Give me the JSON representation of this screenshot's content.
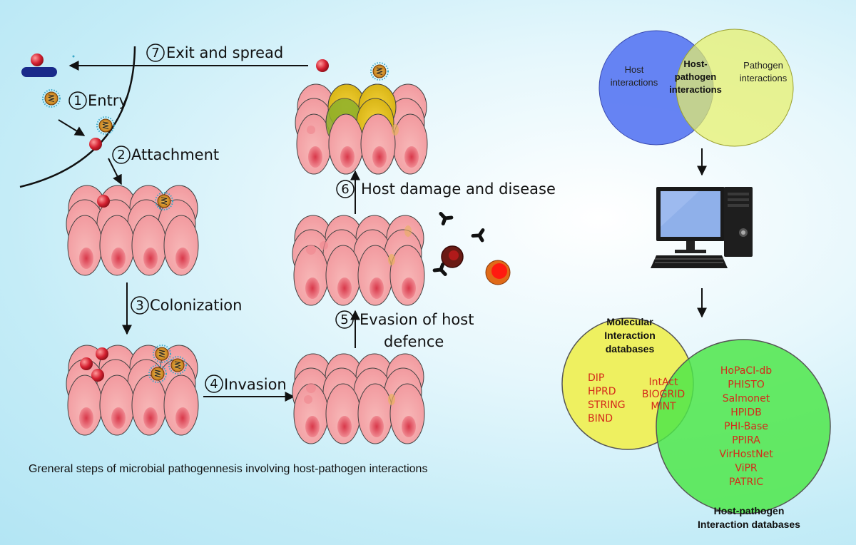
{
  "steps": {
    "exit": {
      "num": "7",
      "label": "Exit and spread"
    },
    "entry": {
      "num": "1",
      "label": "Entry"
    },
    "attachment": {
      "num": "2",
      "label": "Attachment"
    },
    "colonization": {
      "num": "3",
      "label": "Colonization"
    },
    "invasion": {
      "num": "4",
      "label": "Invasion"
    },
    "evasion": {
      "num": "5",
      "label_line1": "Evasion of host",
      "label_line2": "defence"
    },
    "damage": {
      "num": "6",
      "label": "Host damage and disease"
    }
  },
  "caption": "Greneral steps of microbial pathogennesis involving host-pathogen interactions",
  "top_venn": {
    "left_line1": "Host",
    "left_line2": "interactions",
    "center_line1": "Host-",
    "center_line2": "pathogen",
    "center_line3": "interactions",
    "right_line1": "Pathogen",
    "right_line2": "interactions",
    "left_color": "#5e7cf2",
    "right_color": "#e6f06a"
  },
  "db_venn": {
    "left_title": [
      "Molecular",
      "Interaction",
      "databases"
    ],
    "left_items": [
      "DIP",
      "HPRD",
      "STRING",
      "BIND"
    ],
    "shared_items": [
      "IntAct",
      "BIOGRID",
      "MINT"
    ],
    "right_items": [
      "HoPaCI-db",
      "PHISTO",
      "Salmonet",
      "HPIDB",
      "PHI-Base",
      "PPIRA",
      "VirHostNet",
      "ViPR",
      "PATRIC"
    ],
    "right_title": [
      "Host-pathogen",
      "Interaction databases"
    ],
    "left_color": "#eef060",
    "right_color": "#4ee64a"
  }
}
